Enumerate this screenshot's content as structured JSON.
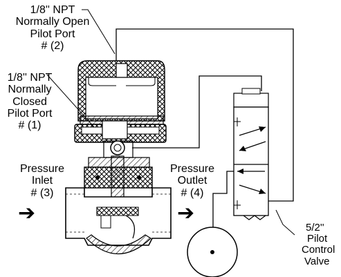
{
  "labels": {
    "no_port": [
      "1/8'' NPT",
      "Normally Open",
      "Pilot Port",
      "# (2)"
    ],
    "nc_port": [
      "1/8'' NPT",
      "Normally",
      "Closed",
      "Pilot Port",
      "# (1)"
    ],
    "inlet": [
      "Pressure",
      "Inlet",
      "# (3)"
    ],
    "outlet": [
      "Pressure",
      "Outlet",
      "# (4)"
    ],
    "control": [
      "5/2''",
      "Pilot",
      "Control",
      "Valve"
    ]
  },
  "icons": {
    "inlet_arrow": "right-arrow-icon",
    "outlet_arrow": "right-arrow-icon"
  }
}
